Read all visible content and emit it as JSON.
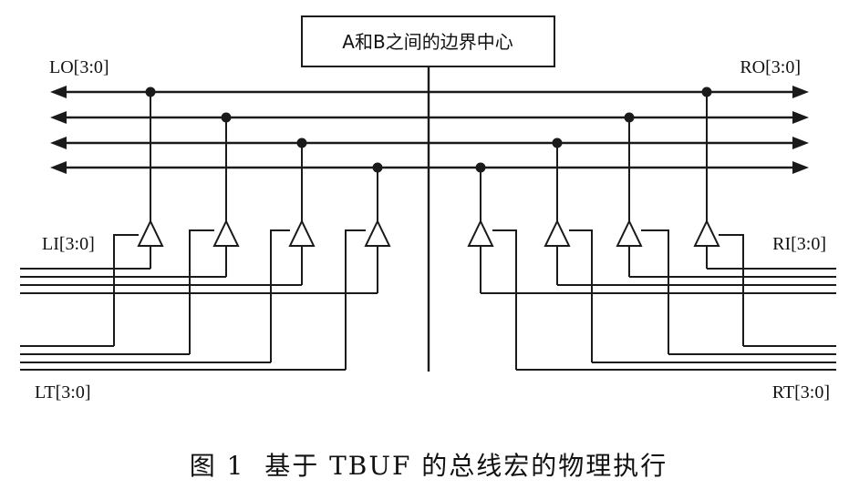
{
  "center_box": {
    "label": "A和B之间的边界中心"
  },
  "labels": {
    "lo": "LO[3:0]",
    "ro": "RO[3:0]",
    "li": "LI[3:0]",
    "ri": "RI[3:0]",
    "lt": "LT[3:0]",
    "rt": "RT[3:0]"
  },
  "caption": "图 1  基于 TBUF 的总线宏的物理执行",
  "colors": {
    "ink": "#1a1a1a",
    "background": "#ffffff"
  }
}
